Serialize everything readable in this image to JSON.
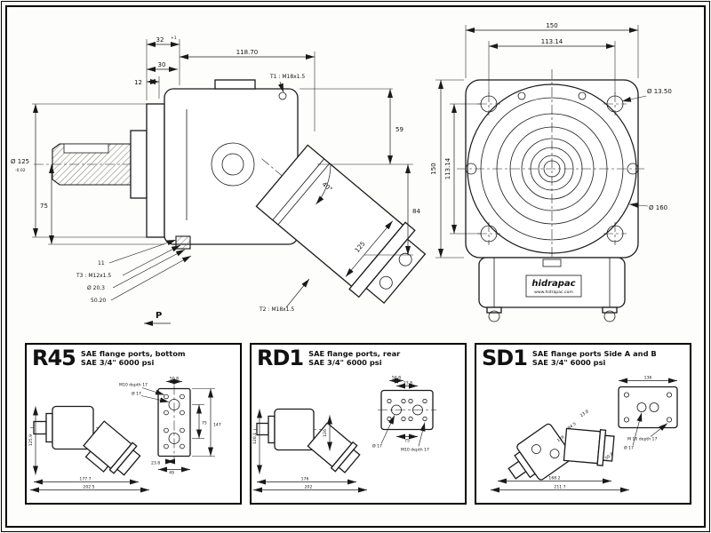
{
  "side_view": {
    "dims": {
      "d12": "12",
      "d30": "30",
      "d32": "32",
      "d32_tol": "+1",
      "d118_70": "118.70",
      "t1": "T1 : M18x1.5",
      "d59": "59",
      "d84": "84",
      "d125_dia": "Ø 125",
      "d125_tol": "-0.02",
      "d75": "75",
      "angle40": "40°",
      "d125_len": "125",
      "d11": "11",
      "t3": "T3 : M12x1.5",
      "d20_3": "Ø 20.3",
      "d50_20": "50.20",
      "t2": "T2 : M18x1.5",
      "port_p": "P"
    }
  },
  "front_view": {
    "dims": {
      "w150": "150",
      "w113_14": "113.14",
      "h150": "150",
      "h113_14": "113.14",
      "bolt_hole": "Ø 13.50",
      "pilot": "Ø 160"
    },
    "logo": {
      "brand": "hidrapac",
      "url": "www.hidrapac.com"
    }
  },
  "variants": [
    {
      "code": "R45",
      "desc_line1": "SAE flange ports, bottom",
      "desc_line2": "SAE 3/4\" 6000 psi",
      "dims": [
        "M10 depth 17",
        "Ø 17",
        "50.8",
        "75",
        "147",
        "23.8",
        "49",
        "125.9",
        "177.7",
        "202.5"
      ]
    },
    {
      "code": "RD1",
      "desc_line1": "SAE flange ports, rear",
      "desc_line2": "SAE 3/4\" 6000 psi",
      "dims": [
        "50.8",
        "23.8",
        "75",
        "Ø 17",
        "M10 depth 17",
        "126",
        "120.1",
        "176",
        "202"
      ]
    },
    {
      "code": "SD1",
      "desc_line1": "SAE flange ports Side A and B",
      "desc_line2": "SAE 3/4\" 6000 psi",
      "dims": [
        "136",
        "23.8",
        "84.5",
        "126",
        "M 10 depth 17",
        "Ø 17",
        "50.8",
        "168.2",
        "211.7"
      ]
    }
  ]
}
